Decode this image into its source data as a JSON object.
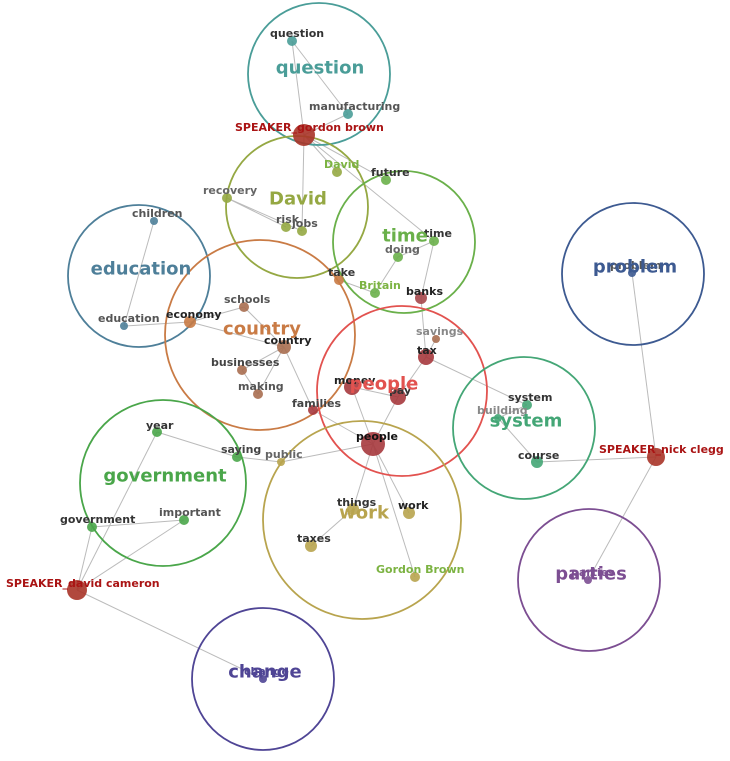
{
  "topics": [
    {
      "id": "question",
      "label": "question",
      "color": "#4a9d98"
    },
    {
      "id": "david",
      "label": "David",
      "color": "#95a843"
    },
    {
      "id": "time",
      "label": "time",
      "color": "#6ab04a"
    },
    {
      "id": "education",
      "label": "education",
      "color": "#4e7f99"
    },
    {
      "id": "country",
      "label": "country",
      "color": "#c97b45"
    },
    {
      "id": "people",
      "label": "people",
      "color": "#e2524f"
    },
    {
      "id": "problem",
      "label": "problem",
      "color": "#3d5a91"
    },
    {
      "id": "system",
      "label": "system",
      "color": "#44a676"
    },
    {
      "id": "government",
      "label": "government",
      "color": "#4aa64a"
    },
    {
      "id": "work",
      "label": "work",
      "color": "#b8a44e"
    },
    {
      "id": "parties",
      "label": "parties",
      "color": "#7c4e92"
    },
    {
      "id": "change",
      "label": "change",
      "color": "#4f4595"
    }
  ],
  "speakers": [
    {
      "id": "brown",
      "label": "SPEAKER_gordon brown"
    },
    {
      "id": "clegg",
      "label": "SPEAKER_nick clegg"
    },
    {
      "id": "cameron",
      "label": "SPEAKER_david cameron"
    }
  ],
  "words": [
    {
      "id": "w_question",
      "label": "question",
      "color": "#4a9d98"
    },
    {
      "id": "w_manufacturing",
      "label": "manufacturing",
      "color": "#4a9d98"
    },
    {
      "id": "w_david",
      "label": "David",
      "color": "#95a843"
    },
    {
      "id": "w_future",
      "label": "future",
      "color": "#6ab04a"
    },
    {
      "id": "w_recovery",
      "label": "recovery",
      "color": "#95a843"
    },
    {
      "id": "w_risk",
      "label": "risk",
      "color": "#95a843"
    },
    {
      "id": "w_jobs",
      "label": "jobs",
      "color": "#95a843"
    },
    {
      "id": "w_time",
      "label": "time",
      "color": "#6ab04a"
    },
    {
      "id": "w_doing",
      "label": "doing",
      "color": "#6ab04a"
    },
    {
      "id": "w_take",
      "label": "take",
      "color": "#c97b45"
    },
    {
      "id": "w_britain",
      "label": "Britain",
      "color": "#6ab04a"
    },
    {
      "id": "w_banks",
      "label": "banks",
      "color": "#a6464a"
    },
    {
      "id": "w_children",
      "label": "children",
      "color": "#4e7f99"
    },
    {
      "id": "w_education",
      "label": "education",
      "color": "#4e7f99"
    },
    {
      "id": "w_economy",
      "label": "economy",
      "color": "#c97b45"
    },
    {
      "id": "w_schools",
      "label": "schools",
      "color": "#a86e50"
    },
    {
      "id": "w_country",
      "label": "country",
      "color": "#a86e50"
    },
    {
      "id": "w_businesses",
      "label": "businesses",
      "color": "#a86e50"
    },
    {
      "id": "w_making",
      "label": "making",
      "color": "#a86e50"
    },
    {
      "id": "w_savings",
      "label": "savings",
      "color": "#a86e50"
    },
    {
      "id": "w_tax",
      "label": "tax",
      "color": "#a6383d"
    },
    {
      "id": "w_money",
      "label": "money",
      "color": "#a6383d"
    },
    {
      "id": "w_pay",
      "label": "pay",
      "color": "#a6383d"
    },
    {
      "id": "w_families",
      "label": "families",
      "color": "#a6383d"
    },
    {
      "id": "w_people",
      "label": "people",
      "color": "#a6383d"
    },
    {
      "id": "w_system",
      "label": "system",
      "color": "#44a676"
    },
    {
      "id": "w_building",
      "label": "building",
      "color": "#44a676"
    },
    {
      "id": "w_course",
      "label": "course",
      "color": "#44a676"
    },
    {
      "id": "w_problem",
      "label": "problem",
      "color": "#3d5a91"
    },
    {
      "id": "w_year",
      "label": "year",
      "color": "#4aa64a"
    },
    {
      "id": "w_saying",
      "label": "saying",
      "color": "#4aa64a"
    },
    {
      "id": "w_public",
      "label": "public",
      "color": "#b8a44e"
    },
    {
      "id": "w_government",
      "label": "government",
      "color": "#4aa64a"
    },
    {
      "id": "w_important",
      "label": "important",
      "color": "#4aa64a"
    },
    {
      "id": "w_things",
      "label": "things",
      "color": "#b8a44e"
    },
    {
      "id": "w_work",
      "label": "work",
      "color": "#b8a44e"
    },
    {
      "id": "w_taxes",
      "label": "taxes",
      "color": "#b8a44e"
    },
    {
      "id": "w_gordonbrown",
      "label": "Gordon Brown",
      "color": "#b8a44e"
    },
    {
      "id": "w_parties",
      "label": "parties",
      "color": "#7c4e92"
    },
    {
      "id": "w_change",
      "label": "change",
      "color": "#4f4595"
    }
  ],
  "edges": [
    [
      "brown",
      "w_question"
    ],
    [
      "brown",
      "w_manufacturing"
    ],
    [
      "brown",
      "w_future"
    ],
    [
      "brown",
      "w_time"
    ],
    [
      "brown",
      "w_david"
    ],
    [
      "brown",
      "w_jobs"
    ],
    [
      "w_question",
      "w_manufacturing"
    ],
    [
      "w_recovery",
      "w_jobs"
    ],
    [
      "w_recovery",
      "w_risk"
    ],
    [
      "w_time",
      "w_doing"
    ],
    [
      "w_time",
      "w_banks"
    ],
    [
      "w_doing",
      "w_britain"
    ],
    [
      "w_britain",
      "w_take"
    ],
    [
      "w_banks",
      "w_tax"
    ],
    [
      "w_children",
      "w_education"
    ],
    [
      "w_education",
      "w_economy"
    ],
    [
      "w_economy",
      "w_schools"
    ],
    [
      "w_economy",
      "w_country"
    ],
    [
      "w_schools",
      "w_country"
    ],
    [
      "w_country",
      "w_businesses"
    ],
    [
      "w_country",
      "w_making"
    ],
    [
      "w_country",
      "w_families"
    ],
    [
      "w_businesses",
      "w_making"
    ],
    [
      "w_tax",
      "w_pay"
    ],
    [
      "w_tax",
      "w_savings"
    ],
    [
      "w_tax",
      "w_system"
    ],
    [
      "w_money",
      "w_pay"
    ],
    [
      "w_money",
      "w_people"
    ],
    [
      "w_families",
      "w_people"
    ],
    [
      "w_pay",
      "w_people"
    ],
    [
      "w_people",
      "w_things"
    ],
    [
      "w_people",
      "w_work"
    ],
    [
      "w_people",
      "w_gordonbrown"
    ],
    [
      "w_people",
      "w_public"
    ],
    [
      "w_things",
      "w_taxes"
    ],
    [
      "w_year",
      "w_saying"
    ],
    [
      "w_saying",
      "w_public"
    ],
    [
      "w_system",
      "w_building"
    ],
    [
      "w_building",
      "w_course"
    ],
    [
      "w_course",
      "clegg"
    ],
    [
      "w_problem",
      "clegg"
    ],
    [
      "clegg",
      "w_parties"
    ],
    [
      "cameron",
      "w_year"
    ],
    [
      "cameron",
      "w_government"
    ],
    [
      "cameron",
      "w_important"
    ],
    [
      "cameron",
      "w_change"
    ],
    [
      "w_government",
      "w_important"
    ]
  ]
}
